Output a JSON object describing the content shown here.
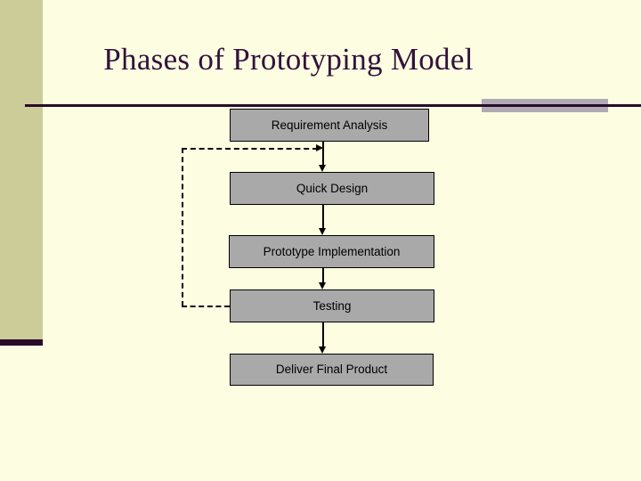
{
  "slide": {
    "title": "Phases of Prototyping Model",
    "background_color": "#fdfde2",
    "title_color": "#33123c",
    "accent_color": "#cccc99",
    "rule_color": "#2a0b2b",
    "node_fill_color": "#a9a9a9",
    "node_border_color": "#000000"
  },
  "flowchart": {
    "type": "flowchart",
    "orientation": "top-to-bottom",
    "nodes": [
      {
        "id": "requirement-analysis",
        "label": "Requirement Analysis"
      },
      {
        "id": "quick-design",
        "label": "Quick Design"
      },
      {
        "id": "prototype-implementation",
        "label": "Prototype Implementation"
      },
      {
        "id": "testing",
        "label": "Testing"
      },
      {
        "id": "deliver-final-product",
        "label": "Deliver Final Product"
      }
    ],
    "edges": [
      {
        "from": "requirement-analysis",
        "to": "quick-design",
        "style": "solid",
        "label": ""
      },
      {
        "from": "quick-design",
        "to": "prototype-implementation",
        "style": "solid",
        "label": ""
      },
      {
        "from": "prototype-implementation",
        "to": "testing",
        "style": "solid",
        "label": ""
      },
      {
        "from": "testing",
        "to": "deliver-final-product",
        "style": "solid",
        "label": ""
      },
      {
        "from": "testing",
        "to": "quick-design",
        "style": "dashed",
        "label": ""
      }
    ]
  }
}
